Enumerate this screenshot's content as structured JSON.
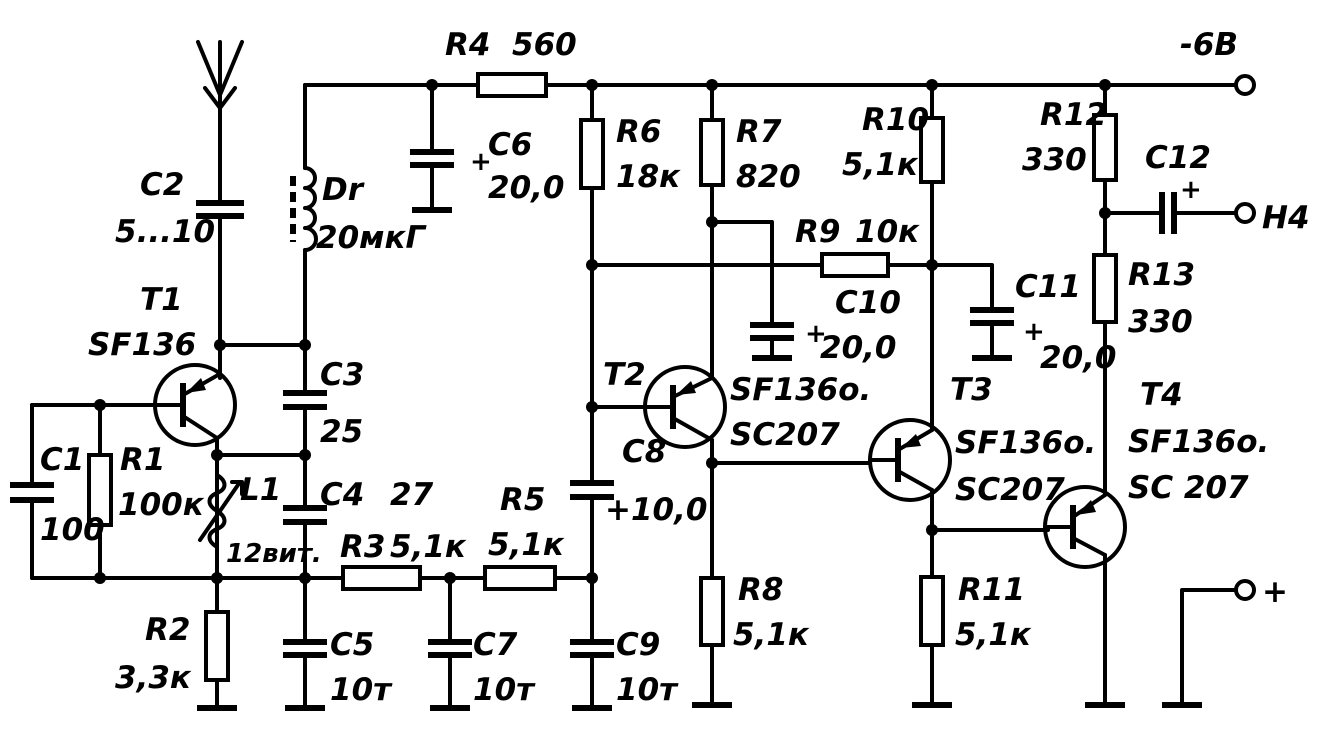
{
  "supply": {
    "voltage": "-6В",
    "plus": "+"
  },
  "output": {
    "label": "Н4"
  },
  "components": {
    "R1": {
      "ref": "R1",
      "value": "100к"
    },
    "R2": {
      "ref": "R2",
      "value": "3,3к"
    },
    "R3": {
      "ref": "R3",
      "value": "5,1к"
    },
    "R4": {
      "ref": "R4",
      "value": "560"
    },
    "R5": {
      "ref": "R5",
      "value": "5,1к"
    },
    "R6": {
      "ref": "R6",
      "value": "18к"
    },
    "R7": {
      "ref": "R7",
      "value": "820"
    },
    "R8": {
      "ref": "R8",
      "value": "5,1к"
    },
    "R9": {
      "ref": "R9",
      "value": "10к"
    },
    "R10": {
      "ref": "R10",
      "value": "5,1к"
    },
    "R11": {
      "ref": "R11",
      "value": "5,1к"
    },
    "R12": {
      "ref": "R12",
      "value": "330"
    },
    "R13": {
      "ref": "R13",
      "value": "330"
    },
    "C1": {
      "ref": "C1",
      "value": "100"
    },
    "C2": {
      "ref": "C2",
      "value": "5...10"
    },
    "C3": {
      "ref": "C3",
      "value": "25"
    },
    "C4": {
      "ref": "C4",
      "value": "27"
    },
    "C5": {
      "ref": "C5",
      "value": "10т"
    },
    "C6": {
      "ref": "C6",
      "value": "20,0"
    },
    "C7": {
      "ref": "C7",
      "value": "10т"
    },
    "C8": {
      "ref": "C8",
      "value": "+10,0"
    },
    "C9": {
      "ref": "C9",
      "value": "10т"
    },
    "C10": {
      "ref": "C10",
      "value": "20,0"
    },
    "C11": {
      "ref": "C11",
      "value": "20,0"
    },
    "C12": {
      "ref": "C12"
    },
    "L1": {
      "ref": "L1",
      "value": "12вит."
    },
    "Dr": {
      "ref": "Dr",
      "value": "20мкГ"
    },
    "T1": {
      "ref": "T1",
      "value": "SF136"
    },
    "T2": {
      "ref": "T2",
      "value": "SF136о.",
      "alt": "SC207"
    },
    "T3": {
      "ref": "T3",
      "value": "SF136о.",
      "alt": "SC207"
    },
    "T4": {
      "ref": "T4",
      "value": "SF136о.",
      "alt": "SC 207"
    }
  },
  "polarity": "+",
  "icons": [
    "antenna-icon",
    "ground-icon",
    "transistor-pnp-icon"
  ]
}
